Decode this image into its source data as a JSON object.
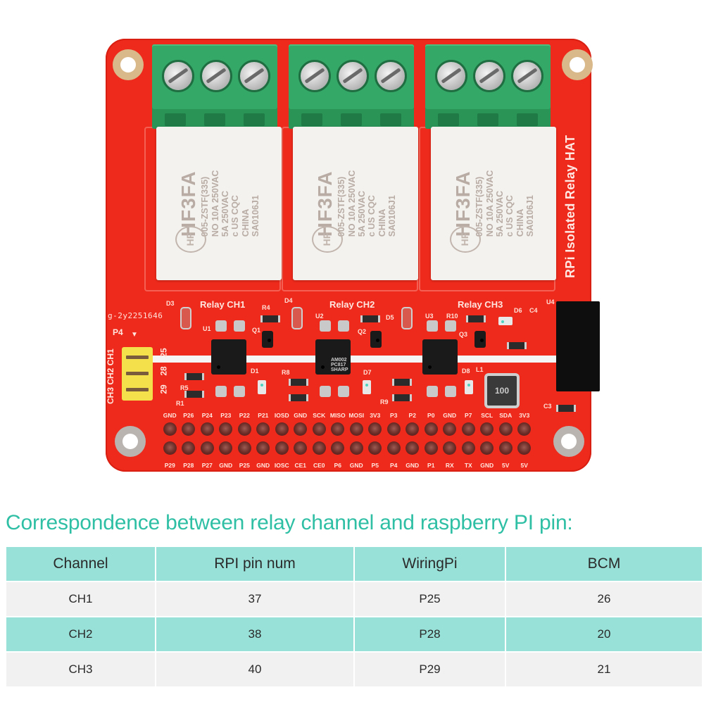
{
  "board": {
    "title": "RPi Isolated Relay HAT",
    "serial": "g-2y2251646",
    "relay": {
      "model": "HF3FA",
      "part": "005-ZSTF(335)",
      "rating_no": "NO 10A 250VAC",
      "rating_2": "5A 250VAC",
      "cert": "SA0106J1",
      "origin": "CHINA",
      "marks": "c US CQC",
      "logo": "HF"
    },
    "relay_labels": [
      "Relay CH1",
      "Relay CH2",
      "Relay CH3"
    ],
    "ic_marking": "AM002 PC817 SHARP",
    "inductor_marking": "100",
    "jumper": {
      "name": "P4",
      "channels": "CH3 CH2 CH1",
      "pins": [
        "25",
        "28",
        "29"
      ]
    },
    "component_labels": [
      "D3",
      "D4",
      "D5",
      "D6",
      "D1",
      "D7",
      "D8",
      "U1",
      "U2",
      "U3",
      "U4",
      "Q1",
      "Q2",
      "Q3",
      "R1",
      "R4",
      "R5",
      "R8",
      "R9",
      "R10",
      "C3",
      "C4",
      "L1"
    ],
    "gpio_top": [
      "GND",
      "P26",
      "P24",
      "P23",
      "P22",
      "P21",
      "IOSD",
      "GND",
      "SCK",
      "MISO",
      "MOSI",
      "3V3",
      "P3",
      "P2",
      "P0",
      "GND",
      "P7",
      "SCL",
      "SDA",
      "3V3"
    ],
    "gpio_bottom": [
      "P29",
      "P28",
      "P27",
      "GND",
      "P25",
      "GND",
      "IOSC",
      "CE1",
      "CE0",
      "P6",
      "GND",
      "P5",
      "P4",
      "GND",
      "P1",
      "RX",
      "TX",
      "GND",
      "5V",
      "5V"
    ],
    "colors": {
      "pcb": "#ee2a1c",
      "terminal": "#33a867",
      "relay_body": "#f4f2ee",
      "jumper": "#f4e04a"
    }
  },
  "section_heading": "Correspondence between relay channel and raspberry PI pin:",
  "table": {
    "headers": [
      "Channel",
      "RPI pin num",
      "WiringPi",
      "BCM"
    ],
    "rows": [
      [
        "CH1",
        "37",
        "P25",
        "26"
      ],
      [
        "CH2",
        "38",
        "P28",
        "20"
      ],
      [
        "CH3",
        "40",
        "P29",
        "21"
      ]
    ],
    "colors": {
      "heading_text": "#2ebfa5",
      "header_bg": "#98e1d8",
      "row_light_bg": "#f1f1f1",
      "row_accent_bg": "#98e1d8"
    }
  }
}
